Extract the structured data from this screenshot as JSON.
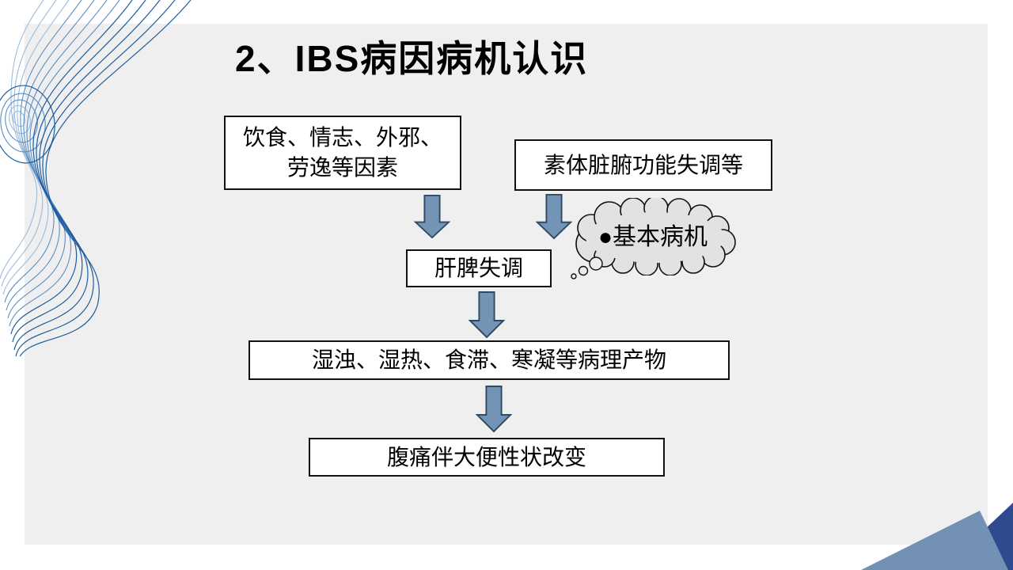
{
  "slide": {
    "title": "2、IBS病因病机认识",
    "flowchart": {
      "box_causes": "饮食、情志、外邪、\n劳逸等因素",
      "box_constitution": "素体脏腑功能失调等",
      "cloud_label": "●基本病机",
      "box_core": "肝脾失调",
      "box_products": "湿浊、湿热、食滞、寒凝等病理产物",
      "box_outcome": "腹痛伴大便性状改变"
    },
    "colors": {
      "panel_background": "#efefef",
      "box_background": "#ffffff",
      "box_border": "#111111",
      "arrow_fill": "#7494b6",
      "arrow_stroke": "#2e4a66",
      "cloud_fill": "#e2e2e2",
      "cloud_stroke": "#111111",
      "corner_triangle_light": "#7291b4",
      "corner_triangle_dark": "#2d4b8e",
      "swirl_line_dark": "#1f5c9e",
      "swirl_line_mid": "#5b8fc4",
      "swirl_line_light": "#9bbcdc"
    }
  }
}
